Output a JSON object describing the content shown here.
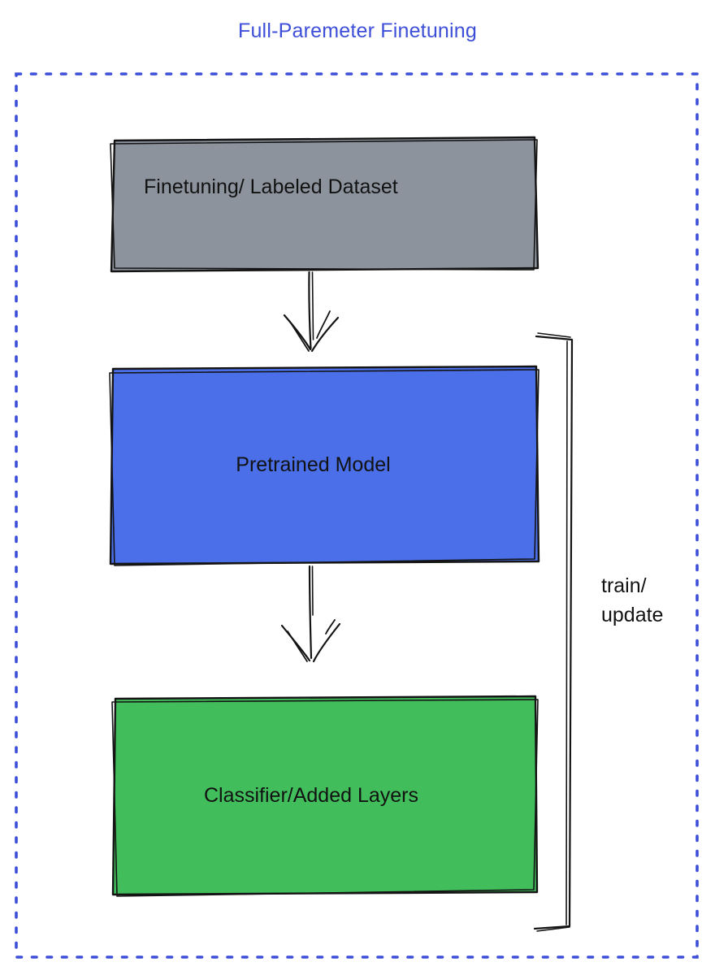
{
  "title": {
    "text": "Full-Paremeter Finetuning",
    "color": "#3D4FD8"
  },
  "frame": {
    "border_color": "#3D4FD8"
  },
  "ink": {
    "color": "#141414"
  },
  "boxes": {
    "dataset": {
      "label": "Finetuning/ Labeled Dataset",
      "fill": "#8C939D"
    },
    "pretrained": {
      "label": "Pretrained Model",
      "fill": "#4A6FE8"
    },
    "classifier": {
      "label": "Classifier/Added Layers",
      "fill": "#41BD5B"
    }
  },
  "edges": [
    {
      "from": "dataset",
      "to": "pretrained",
      "type": "arrow"
    },
    {
      "from": "pretrained",
      "to": "classifier",
      "type": "arrow"
    }
  ],
  "bracket": {
    "label_line1": "train/",
    "label_line2": "update",
    "spans": "pretrained-and-classifier"
  }
}
